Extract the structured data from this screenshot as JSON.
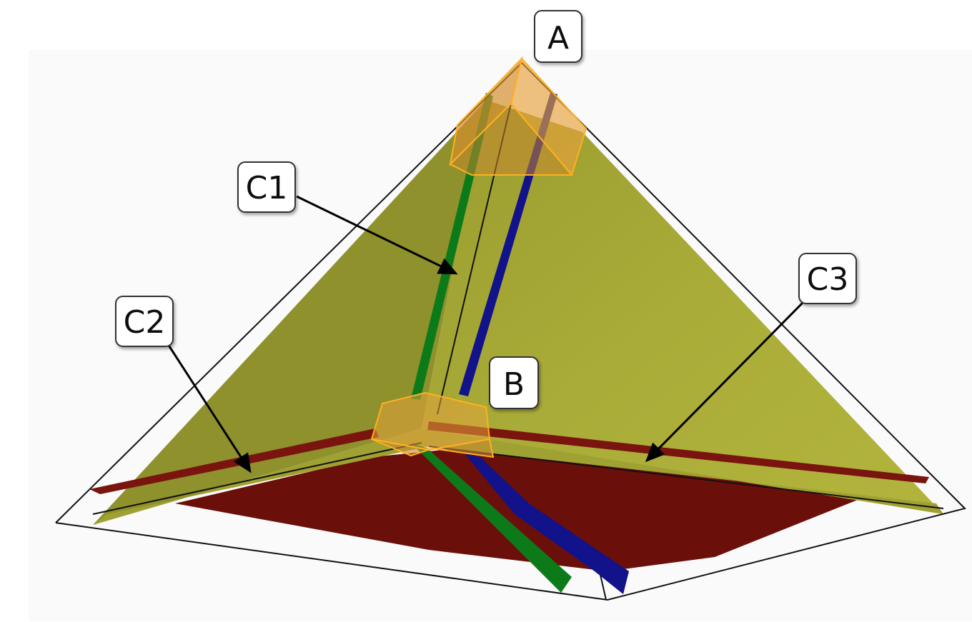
{
  "diagram": {
    "labels": {
      "A": "A",
      "B": "B",
      "C1": "C1",
      "C2": "C2",
      "C3": "C3"
    },
    "colors": {
      "surface_yellow": "#a5a834",
      "surface_yellow_dark": "#8a8c2a",
      "surface_red": "#6b0f0a",
      "strip_green": "#0d7a1a",
      "strip_blue": "#12128a",
      "box_orange": "#e6a23c",
      "box_orange_edge": "#ffb020",
      "edge_black": "#000000"
    }
  }
}
